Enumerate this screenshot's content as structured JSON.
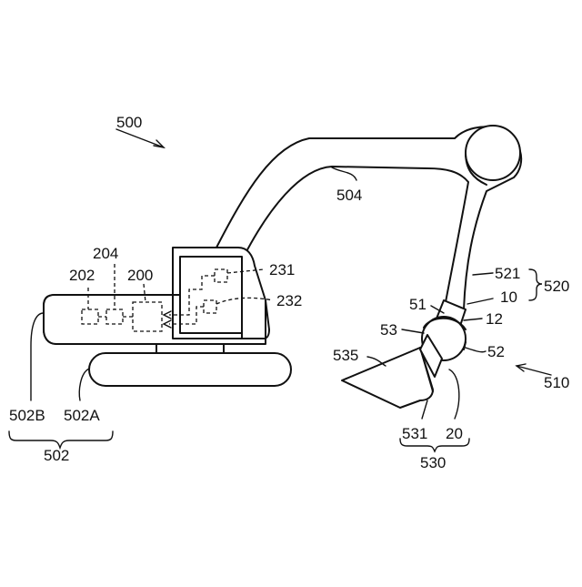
{
  "labels": {
    "excavator": "500",
    "arm": "504",
    "sensor_231": "231",
    "sensor_232": "232",
    "controller_204": "204",
    "controller_202": "202",
    "controller_200": "200",
    "lower_502B": "502B",
    "lower_502A": "502A",
    "lower_502": "502",
    "part_521": "521",
    "part_520": "520",
    "part_10": "10",
    "part_51": "51",
    "part_12": "12",
    "part_53": "53",
    "part_52": "52",
    "bucket_535": "535",
    "attachment_510": "510",
    "part_531": "531",
    "part_20": "20",
    "part_530": "530"
  }
}
